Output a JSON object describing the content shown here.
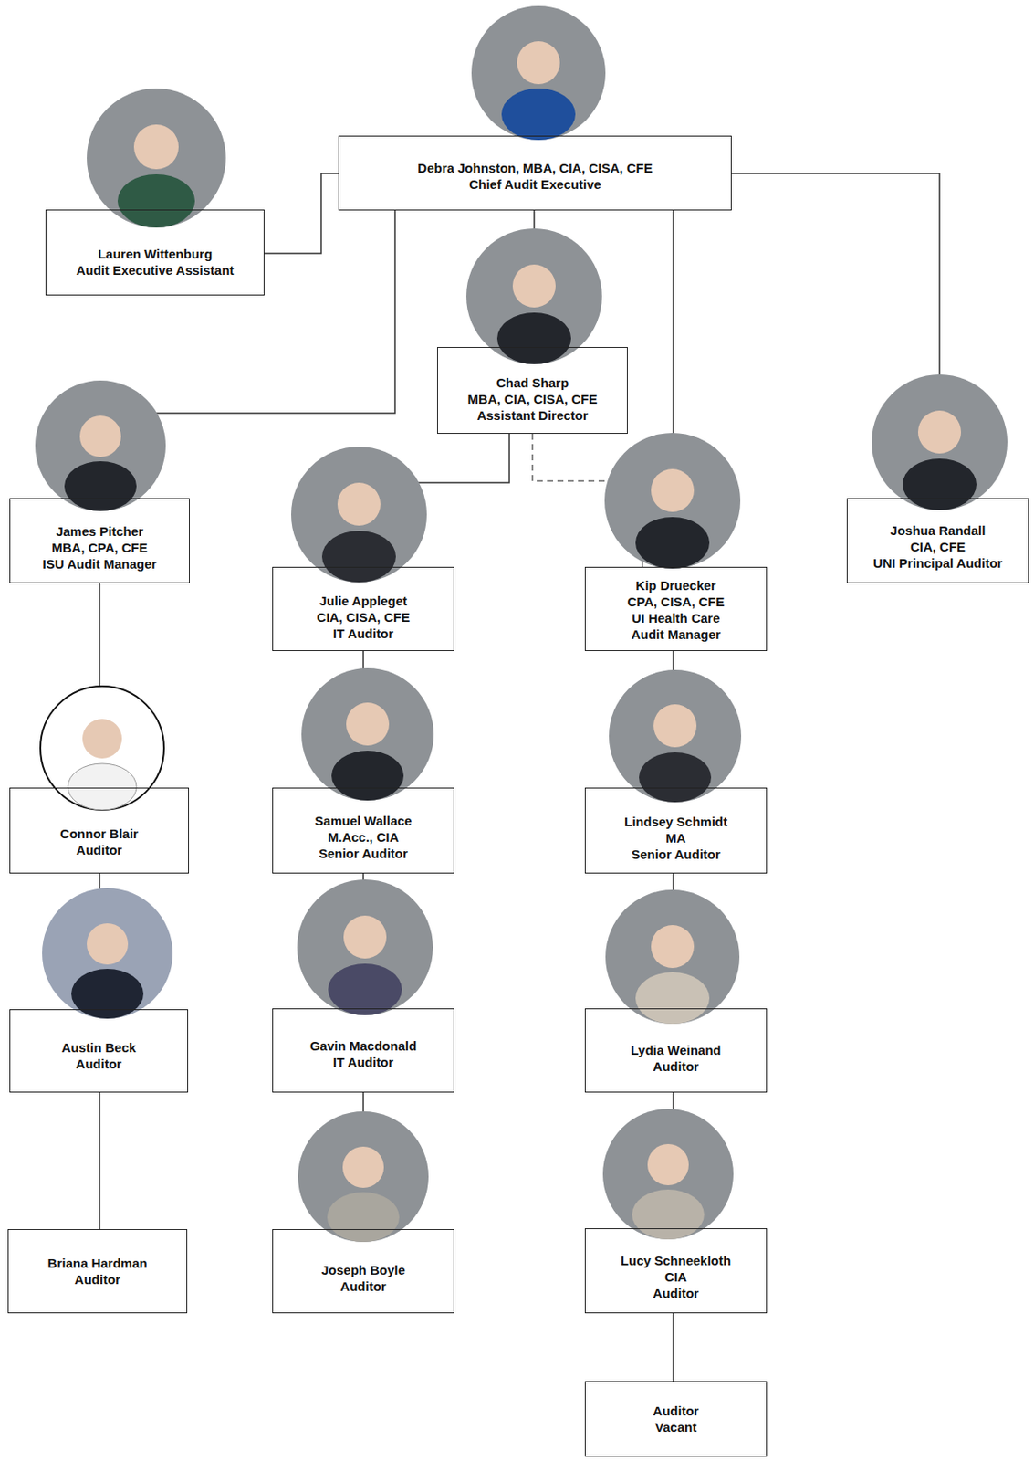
{
  "diagram": {
    "nodes": [
      {
        "text": [
          "Debra Johnston, MBA, CIA, CISA, CFE",
          "Chief Audit Executive"
        ]
      },
      {
        "text": [
          "Lauren Wittenburg",
          "Audit Executive Assistant"
        ]
      },
      {
        "text": [
          "Chad Sharp",
          "MBA, CIA, CISA, CFE",
          "Assistant Director"
        ]
      },
      {
        "text": [
          "James Pitcher",
          "MBA, CPA, CFE",
          "ISU Audit Manager"
        ]
      },
      {
        "text": [
          "Julie Appleget",
          "CIA, CISA, CFE",
          "IT Auditor"
        ]
      },
      {
        "text": [
          "Kip Druecker",
          "CPA, CISA, CFE",
          "UI Health Care Audit Manager"
        ]
      },
      {
        "text": [
          "Joshua Randall",
          "CIA, CFE",
          "UNI Principal Auditor"
        ]
      },
      {
        "text": [
          "Connor Blair",
          "Auditor"
        ]
      },
      {
        "text": [
          "Samuel Wallace",
          "M.Acc., CIA",
          "Senior Auditor"
        ]
      },
      {
        "text": [
          "Lindsey Schmidt",
          "MA",
          "Senior Auditor"
        ]
      },
      {
        "text": [
          "Austin Beck",
          "Auditor"
        ]
      },
      {
        "text": [
          "Gavin Macdonald",
          "IT Auditor"
        ]
      },
      {
        "text": [
          "Lydia Weinand",
          "Auditor"
        ]
      },
      {
        "text": [
          "Briana Hardman",
          "Auditor"
        ]
      },
      {
        "text": [
          "Joseph Boyle",
          "Auditor"
        ]
      },
      {
        "text": [
          "Lucy Schneekloth",
          "CIA",
          "Auditor"
        ]
      },
      {
        "text": [
          "Auditor",
          "Vacant"
        ]
      }
    ],
    "edges": [
      {
        "from": 0,
        "to": 1,
        "arrow": "none"
      },
      {
        "from": 0,
        "to": 2,
        "arrow": "none"
      },
      {
        "from": 0,
        "to": 3,
        "arrow": "none"
      },
      {
        "from": 0,
        "to": 5,
        "arrow": "none"
      },
      {
        "from": 0,
        "to": 6,
        "arrow": "none"
      },
      {
        "from": 2,
        "to": 4,
        "arrow": "none"
      },
      {
        "from": 2,
        "to": 5,
        "arrow": "none"
      },
      {
        "from": 3,
        "to": 7,
        "arrow": "none"
      },
      {
        "from": 7,
        "to": 10,
        "arrow": "none"
      },
      {
        "from": 10,
        "to": 13,
        "arrow": "none"
      },
      {
        "from": 4,
        "to": 8,
        "arrow": "none"
      },
      {
        "from": 8,
        "to": 11,
        "arrow": "none"
      },
      {
        "from": 11,
        "to": 14,
        "arrow": "none"
      },
      {
        "from": 5,
        "to": 9,
        "arrow": "none"
      },
      {
        "from": 9,
        "to": 12,
        "arrow": "none"
      },
      {
        "from": 12,
        "to": 15,
        "arrow": "none"
      },
      {
        "from": 15,
        "to": 16,
        "arrow": "none"
      }
    ]
  }
}
